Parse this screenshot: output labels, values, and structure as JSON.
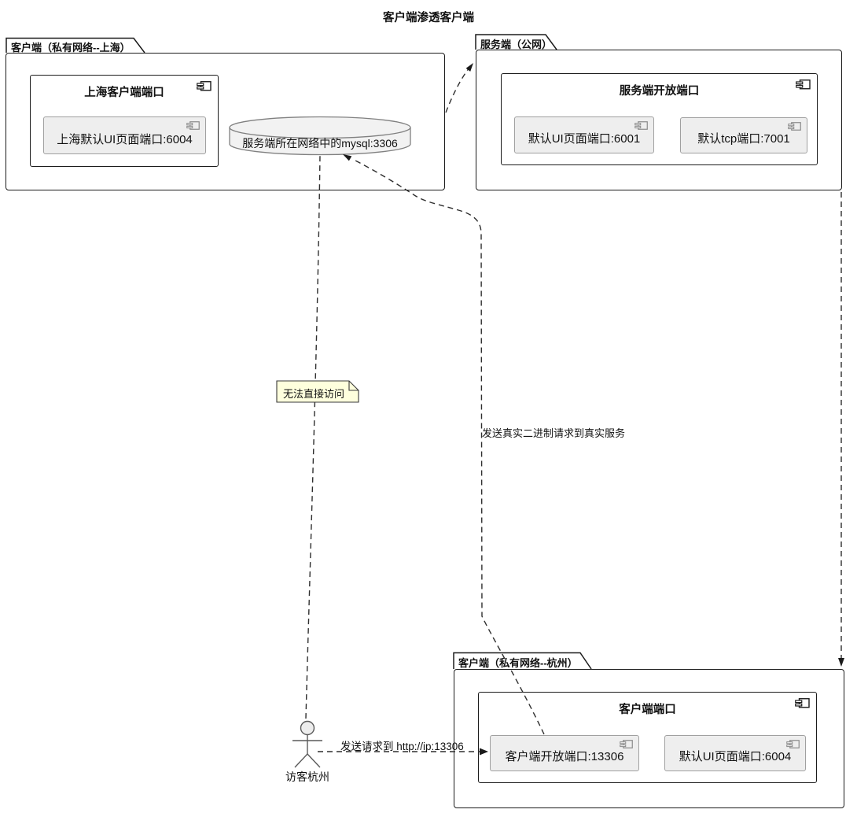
{
  "title": "客户端渗透客户端",
  "packages": {
    "shanghai": {
      "title": "客户端（私有网络--上海）",
      "component": {
        "title": "上海客户端端口",
        "ports": [
          {
            "label": "上海默认UI页面端口:6004"
          }
        ]
      },
      "database": {
        "label": "服务端所在网络中的mysql:3306"
      }
    },
    "server": {
      "title": "服务端（公网）",
      "component": {
        "title": "服务端开放端口",
        "ports": [
          {
            "label": "默认UI页面端口:6001"
          },
          {
            "label": "默认tcp端口:7001"
          }
        ]
      }
    },
    "hangzhou": {
      "title": "客户端（私有网络--杭州）",
      "component": {
        "title": "客户端端口",
        "ports": [
          {
            "label": "客户端开放端口:13306"
          },
          {
            "label": "默认UI页面端口:6004"
          }
        ]
      }
    }
  },
  "actor": {
    "label": "访客杭州"
  },
  "edges": {
    "request": {
      "label": "发送请求到 http://ip:13306"
    },
    "binary": {
      "label": "发送真实二进制请求到真实服务"
    },
    "note": {
      "label": "无法直接访问"
    }
  },
  "colors": {
    "background": "#ffffff",
    "border": "#1b1b1b",
    "port_fill": "#eeeeee",
    "port_border": "#a0a0a0",
    "cylinder_fill": "#f2f2f2",
    "cylinder_border": "#808080",
    "note_fill": "#feffdd",
    "edge": "#2e2e2e"
  }
}
